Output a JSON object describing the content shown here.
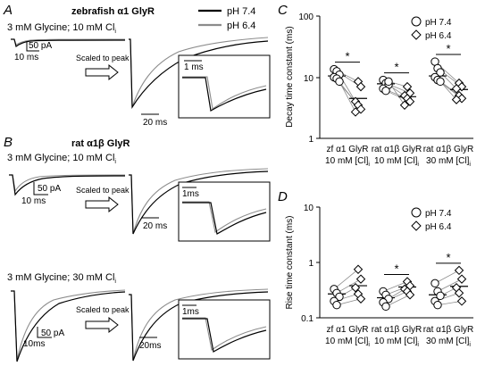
{
  "figure": {
    "panel_labels": [
      "A",
      "B",
      "C",
      "D"
    ],
    "panel_a": {
      "title": "zebrafish α1 GlyR",
      "condition": "3 mM Glycine; 10 mM Cl",
      "condition_sub": "i",
      "scale_current": "50 pA",
      "scale_time": "10 ms",
      "scaled_label": "Scaled to peak",
      "scale_time_scaled": "20 ms",
      "inset_scale": "1 ms",
      "legend": [
        {
          "name": "pH 7.4",
          "color": "#000000"
        },
        {
          "name": "pH 6.4",
          "color": "#8c8c8c"
        }
      ]
    },
    "panel_b": {
      "title": "rat α1β GlyR",
      "condition_top": "3 mM Glycine; 10 mM Cl",
      "condition_top_sub": "i",
      "condition_bottom": "3 mM Glycine; 30 mM Cl",
      "condition_bottom_sub": "i",
      "scale_current": "50 pA",
      "scale_time": "10 ms",
      "scale_time_bottom": "10ms",
      "scaled_label": "Scaled to peak",
      "scale_time_scaled": "20 ms",
      "scale_time_scaled_bottom": "20ms",
      "inset_scale": "1ms"
    }
  },
  "chart_data": [
    {
      "type": "scatter",
      "panel": "C",
      "ylabel": "Decay time constant (ms)",
      "yscale": "log",
      "ylim": [
        1,
        100
      ],
      "yticks": [
        "1",
        "10",
        "100"
      ],
      "categories": [
        {
          "line1": "zf α1 GlyR",
          "line2": "10 mM [Cl]",
          "sub": "i"
        },
        {
          "line1": "rat α1β GlyR",
          "line2": "10 mM [Cl]",
          "sub": "i"
        },
        {
          "line1": "rat α1β GlyR",
          "line2": "30 mM [Cl]",
          "sub": "i"
        }
      ],
      "significance": [
        "*",
        "*",
        "*"
      ],
      "legend_position": "top-right",
      "series": [
        {
          "name": "pH 7.4",
          "marker": "circle",
          "means": [
            10.5,
            7.8,
            10.5
          ],
          "values": [
            [
              13.5,
              12.5,
              11,
              10,
              9.5,
              8.5
            ],
            [
              9,
              8,
              7.5,
              6.5,
              6,
              8.5
            ],
            [
              18,
              14,
              12,
              10,
              9,
              8.5
            ]
          ]
        },
        {
          "name": "pH 6.4",
          "marker": "diamond",
          "means": [
            4.5,
            4.8,
            6.3
          ],
          "values": [
            [
              8.5,
              7,
              4,
              3.5,
              3,
              2.7
            ],
            [
              7,
              5.5,
              5,
              4.5,
              4,
              3.5
            ],
            [
              8,
              7,
              6.5,
              5,
              4.5,
              4.3
            ]
          ]
        }
      ]
    },
    {
      "type": "scatter",
      "panel": "D",
      "ylabel": "Rise time constant (ms)",
      "yscale": "log",
      "ylim": [
        0.1,
        10
      ],
      "yticks": [
        "0.1",
        "1",
        "10"
      ],
      "categories": [
        {
          "line1": "zf α1 GlyR",
          "line2": "10 mM [Cl]",
          "sub": "i"
        },
        {
          "line1": "rat α1β GlyR",
          "line2": "10 mM [Cl]",
          "sub": "i"
        },
        {
          "line1": "rat α1β GlyR",
          "line2": "30 mM [Cl]",
          "sub": "i"
        }
      ],
      "significance": [
        "",
        "*",
        "*"
      ],
      "legend_position": "top-right",
      "series": [
        {
          "name": "pH 7.4",
          "marker": "circle",
          "means": [
            0.27,
            0.23,
            0.26
          ],
          "values": [
            [
              0.33,
              0.28,
              0.24,
              0.2,
              0.17
            ],
            [
              0.3,
              0.26,
              0.22,
              0.19,
              0.16
            ],
            [
              0.42,
              0.3,
              0.25,
              0.2,
              0.17
            ]
          ]
        },
        {
          "name": "pH 6.4",
          "marker": "diamond",
          "means": [
            0.38,
            0.36,
            0.37
          ],
          "values": [
            [
              0.75,
              0.5,
              0.35,
              0.27,
              0.22
            ],
            [
              0.45,
              0.38,
              0.33,
              0.3,
              0.26
            ],
            [
              0.72,
              0.5,
              0.35,
              0.28,
              0.2
            ]
          ]
        }
      ]
    }
  ]
}
